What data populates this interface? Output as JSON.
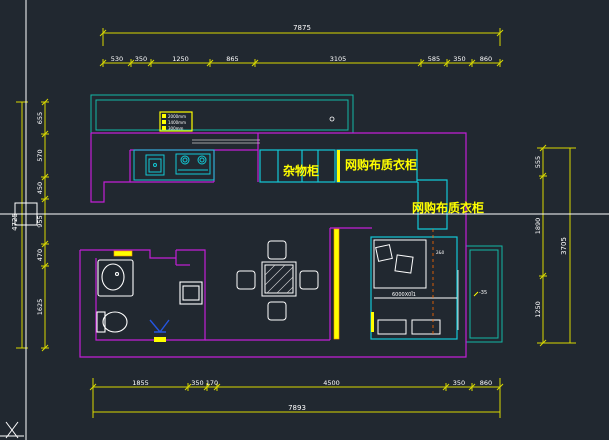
{
  "colors": {
    "background": "#212830",
    "dimension": "#d9d900",
    "dim_text": "#ffffff",
    "wall": "#c21fd6",
    "furniture": "#12c9d6",
    "window": "#14b7a6",
    "accent_yellow": "#ffff00",
    "crosshair": "#ffffff"
  },
  "dimensions": {
    "top_total": "7875",
    "top_segments": [
      "530",
      "350",
      "1250",
      "865",
      "3105",
      "585",
      "350",
      "860"
    ],
    "left_segments": [
      "655",
      "570",
      "450",
      "955",
      "470",
      "1625"
    ],
    "left_total": "4725",
    "right_segments": [
      "555",
      "1890",
      "1250"
    ],
    "right_total": "3705",
    "bottom_segments": [
      "1855",
      "350",
      "170",
      "4500",
      "350",
      "860"
    ],
    "bottom_total": "7893"
  },
  "labels": {
    "storage_cabinet": "杂物柜",
    "wardrobe_1": "网购布质衣柜",
    "wardrobe_2": "网购布质衣柜"
  },
  "annotations": {
    "bed_text": "6000X0Ï1",
    "bed_note": "2&0",
    "balcony_note": "-35"
  },
  "legend": [
    "2000mm",
    "1400mm",
    "300mm"
  ]
}
